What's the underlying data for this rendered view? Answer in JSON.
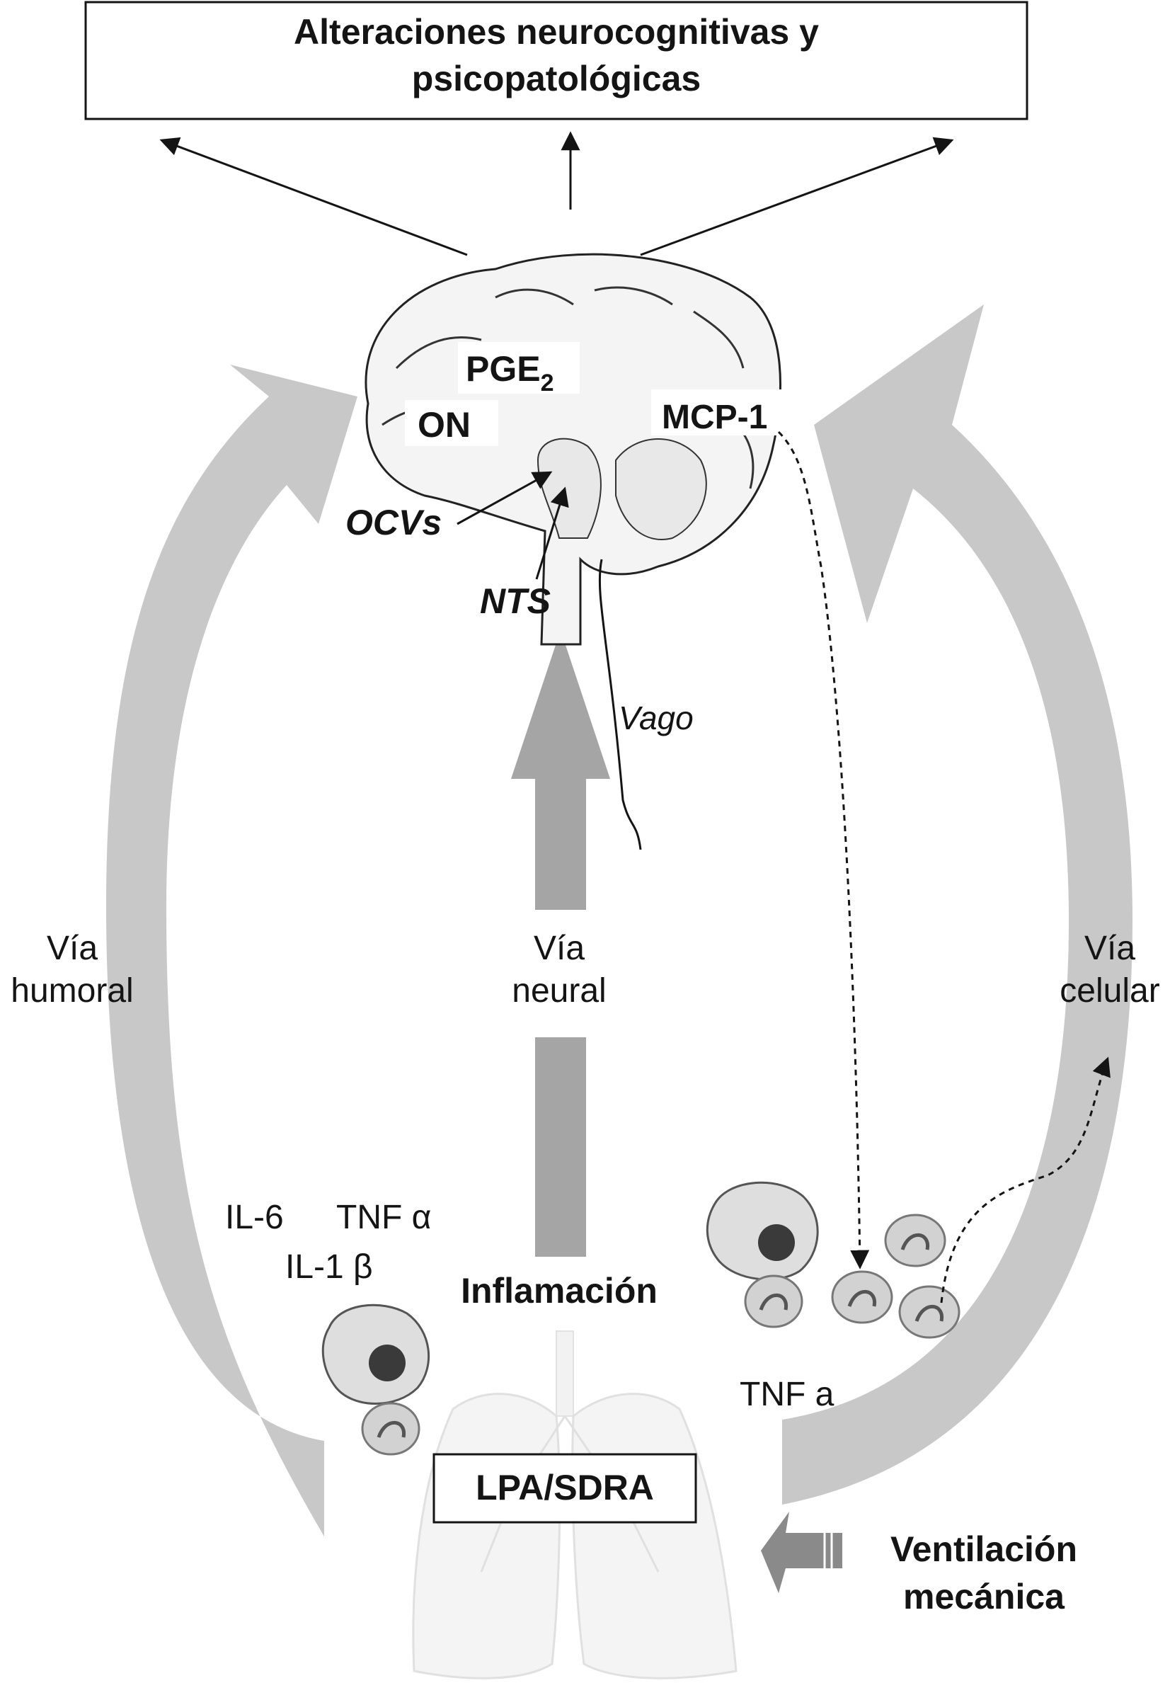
{
  "title_box": {
    "line1": "Alteraciones neurocognitivas y",
    "line2": "psicopatológicas"
  },
  "brain_labels": {
    "pge2_base": "PGE",
    "pge2_sub": "2",
    "on": "ON",
    "mcp1": "MCP-1",
    "ocvs": "OCVs",
    "nts": "NTS",
    "vago": "Vago"
  },
  "pathways": {
    "humoral": {
      "line1": "Vía",
      "line2": "humoral"
    },
    "neural": {
      "line1": "Vía",
      "line2": "neural"
    },
    "celular": {
      "line1": "Vía",
      "line2": "celular"
    }
  },
  "cytokines": {
    "il6": "IL-6",
    "tnf_alpha": "TNF α",
    "il1_beta": "IL-1 β",
    "tnf_a": "TNF a"
  },
  "inflammation": "Inflamación",
  "lung_box": "LPA/SDRA",
  "ventilation": {
    "line1": "Ventilación",
    "line2": "mecánica"
  },
  "colors": {
    "text": "#141414",
    "pathway_gray": "#c8c8c8",
    "neural_gray": "#a5a5a5",
    "cell_gray": "#d2d2d2"
  }
}
